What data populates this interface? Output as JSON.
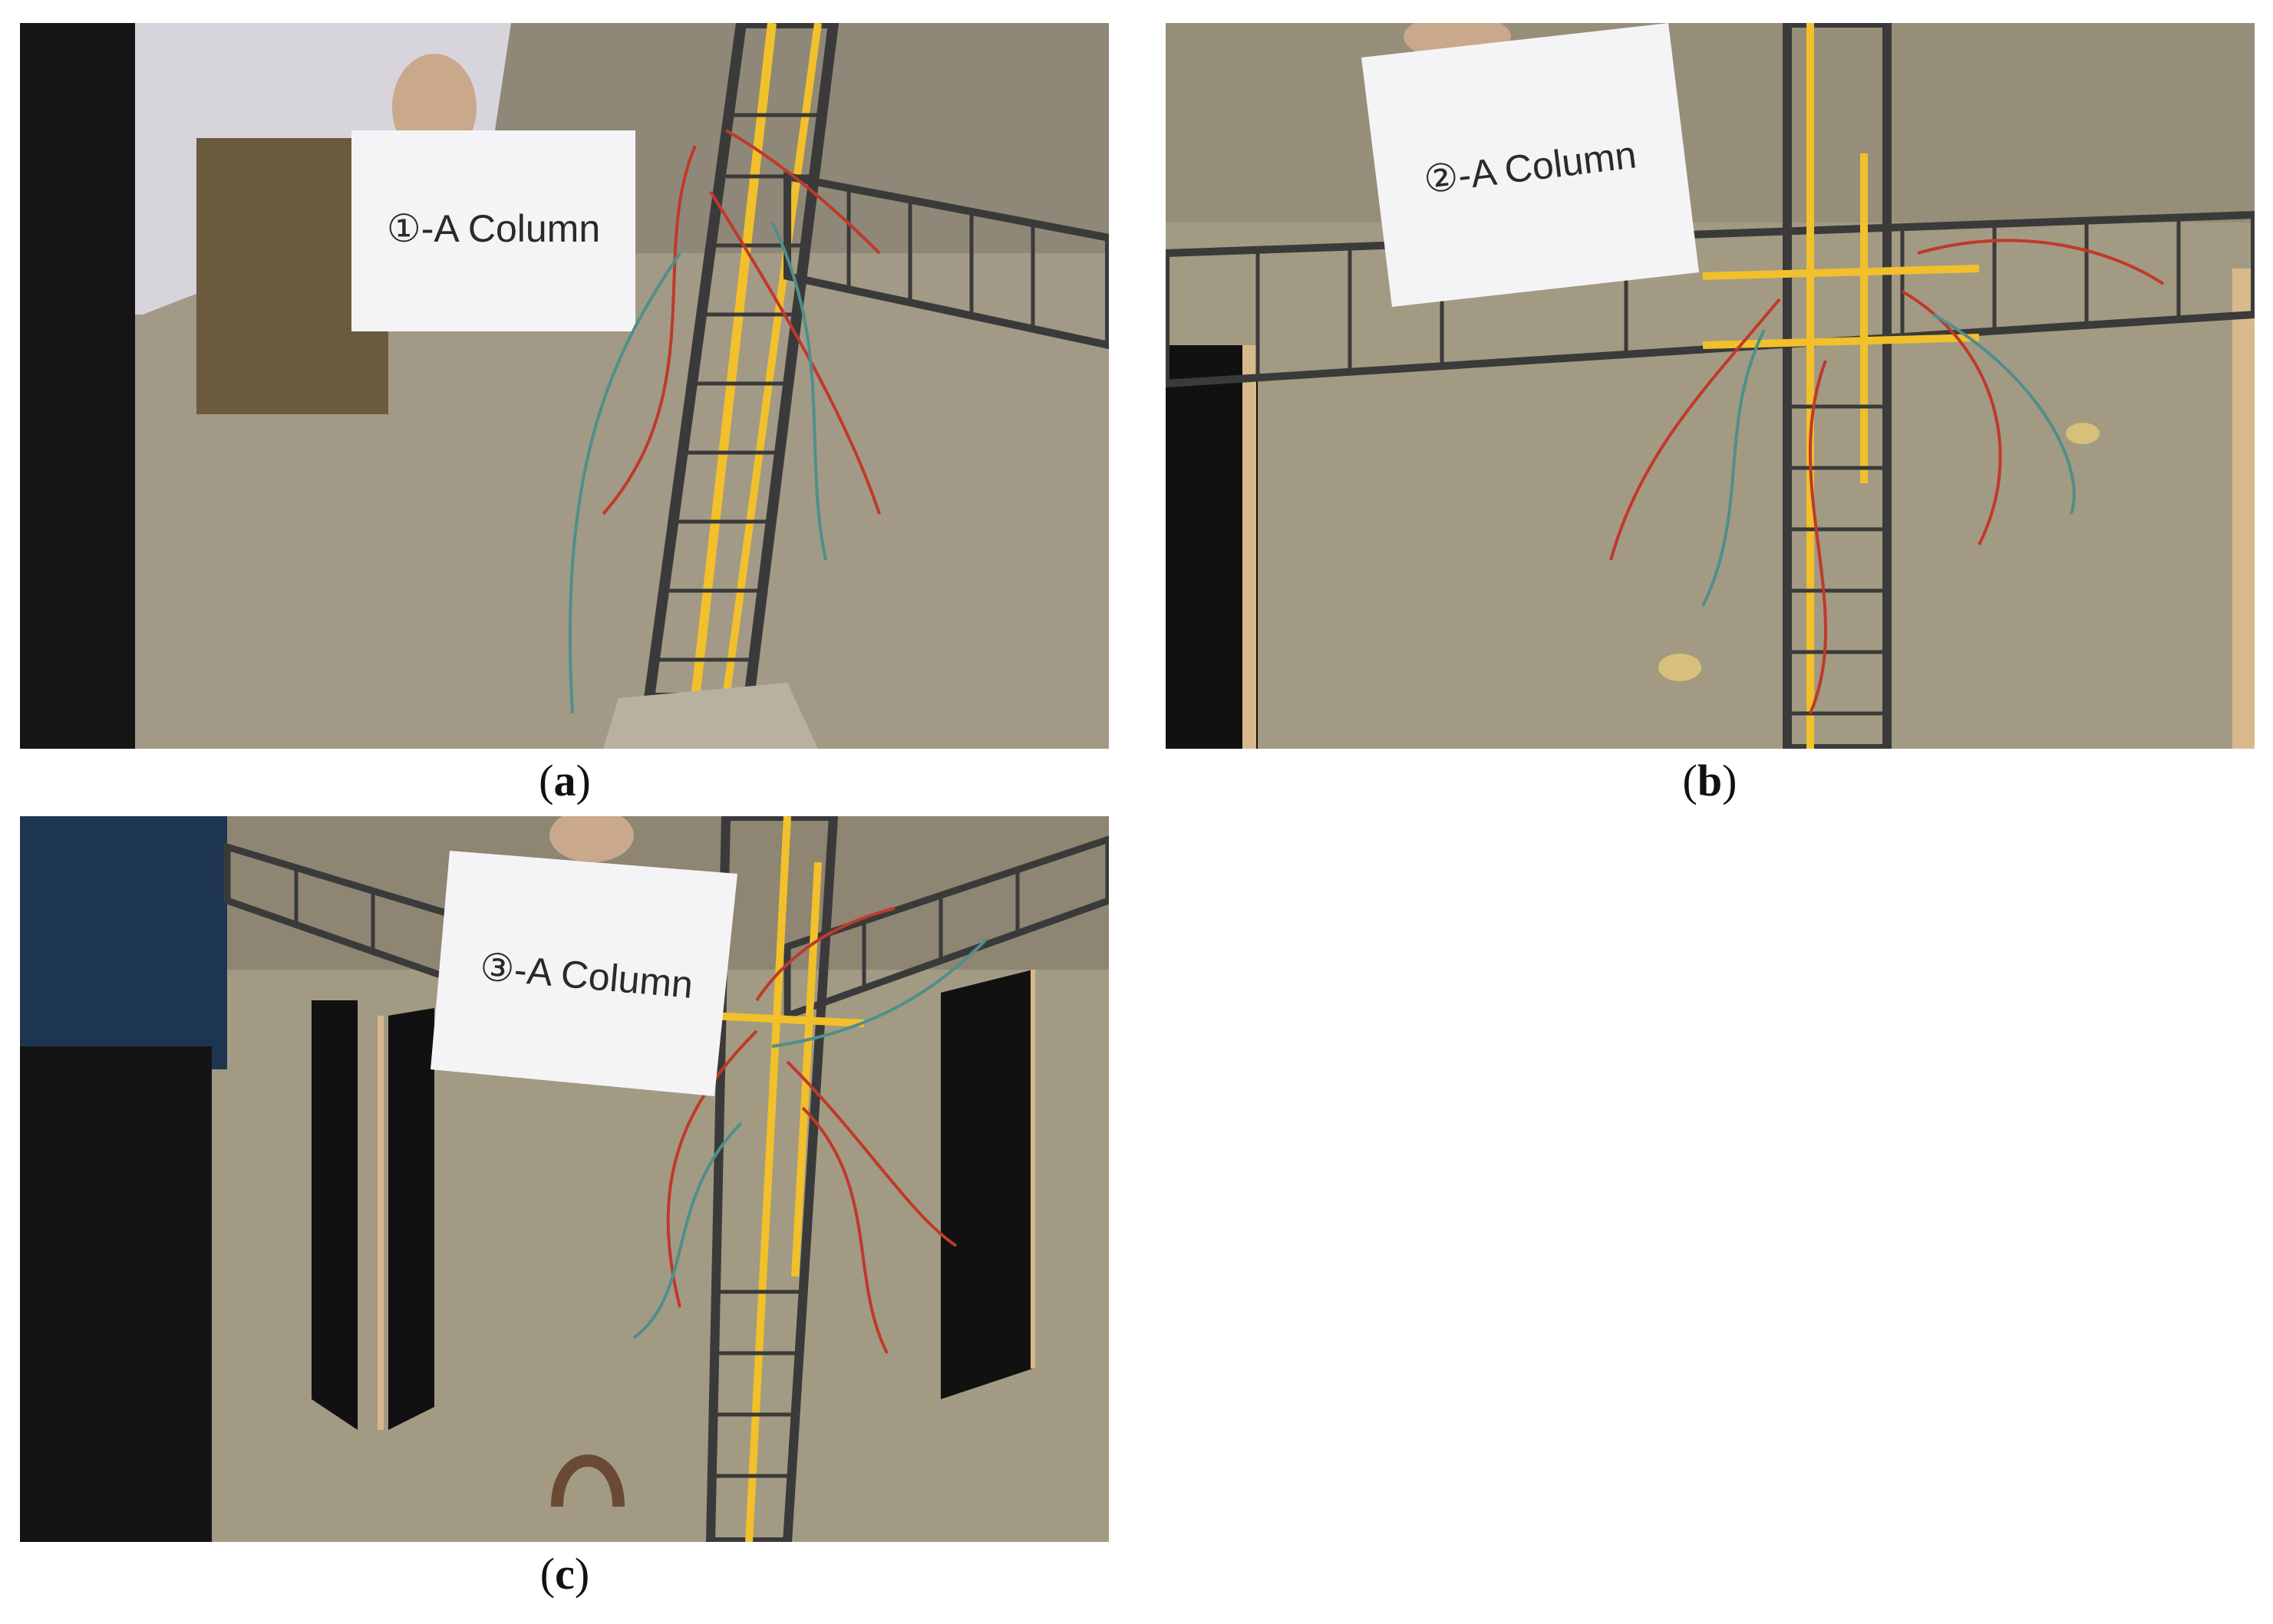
{
  "panels": [
    {
      "id": "a",
      "sign": "①-A Column",
      "caption_open": "(",
      "caption_letter": "a",
      "caption_close": ")"
    },
    {
      "id": "b",
      "sign": "②-A Column",
      "caption_open": "(",
      "caption_letter": "b",
      "caption_close": ")"
    },
    {
      "id": "c",
      "sign": "③-A Column",
      "caption_open": "(",
      "caption_letter": "c",
      "caption_close": ")"
    }
  ],
  "colors": {
    "floor": "#a9a08d",
    "rebar": "#3a3a3a",
    "strain_gauge_tape": "#f2c02a",
    "wire_red": "#c0392b",
    "wire_teal": "#4f8f8a",
    "formwork": "#111111",
    "plywood_edge": "#d8b98c"
  }
}
